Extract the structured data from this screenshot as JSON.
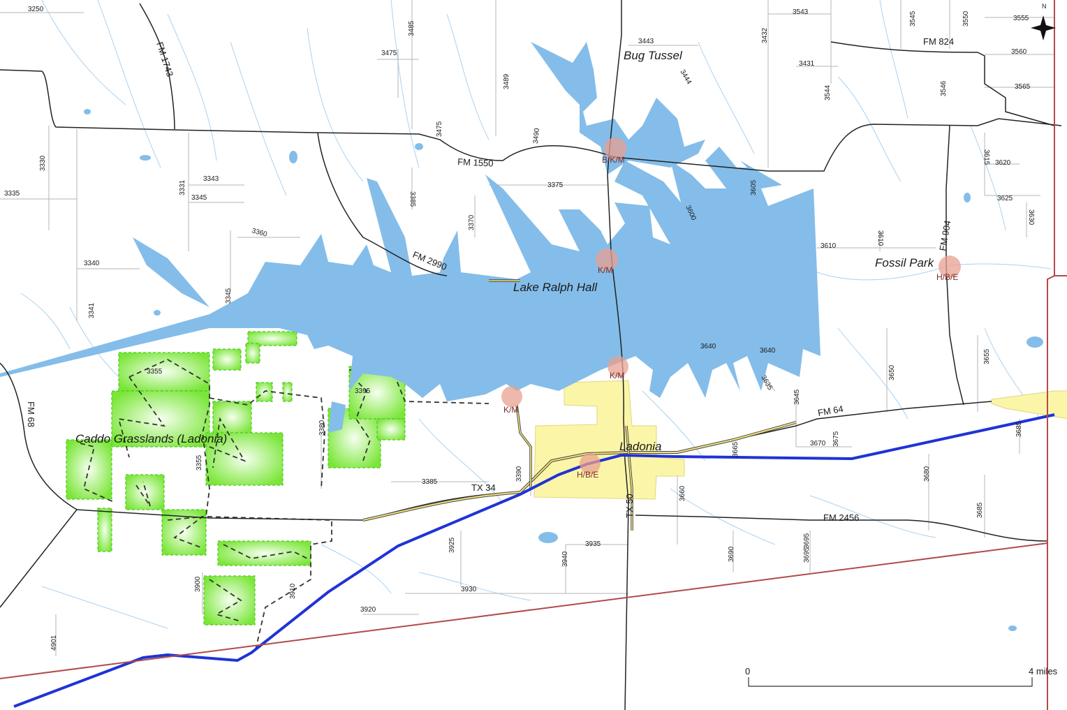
{
  "map": {
    "places": {
      "bug_tussel": "Bug Tussel",
      "lake": "Lake Ralph Hall",
      "fossil_park": "Fossil Park",
      "ladonia": "Ladonia",
      "caddo": "Caddo Grasslands (Ladonia)"
    },
    "highways": {
      "fm1743": "FM 1743",
      "fm1550": "FM 1550",
      "fm2990": "FM 2990",
      "fm824": "FM 824",
      "fm904": "FM 904",
      "fm64": "FM 64",
      "fm68": "FM 68",
      "tx34": "TX 34",
      "tx50": "TX 50",
      "fm2456": "FM 2456"
    },
    "sites": [
      "B/K/M",
      "K/M",
      "K/M",
      "K/M",
      "H/B/E",
      "H/B/E"
    ],
    "county_roads": [
      "3250",
      "3475",
      "3485",
      "3443",
      "3432",
      "3543",
      "3545",
      "3550",
      "3555",
      "3560",
      "3565",
      "3489",
      "3444",
      "3431",
      "3544",
      "3546",
      "3475",
      "3490",
      "3330",
      "3331",
      "3343",
      "3345",
      "3335",
      "3375",
      "3385",
      "3370",
      "3605",
      "3600",
      "3615",
      "3620",
      "3625",
      "3630",
      "3360",
      "3340",
      "3341",
      "3345",
      "3610",
      "3610",
      "3355",
      "3395",
      "3640",
      "3640",
      "3635",
      "3645",
      "3650",
      "3655",
      "3380",
      "3355",
      "3385",
      "3390",
      "3665",
      "3670",
      "3675",
      "3660",
      "3680",
      "3685",
      "3685",
      "3925",
      "3935",
      "3940",
      "3690",
      "3695",
      "3695",
      "3900",
      "3910",
      "3930",
      "3920",
      "4901"
    ],
    "scale": {
      "zero": "0",
      "end": "4 miles"
    },
    "north_label": "N",
    "colors": {
      "water": "#84bde9",
      "grassland": "#7be639",
      "town": "#fbf5a8",
      "boundary": "#b24a4a",
      "rail": "#1f33d6",
      "poi": "#e9a090"
    }
  }
}
